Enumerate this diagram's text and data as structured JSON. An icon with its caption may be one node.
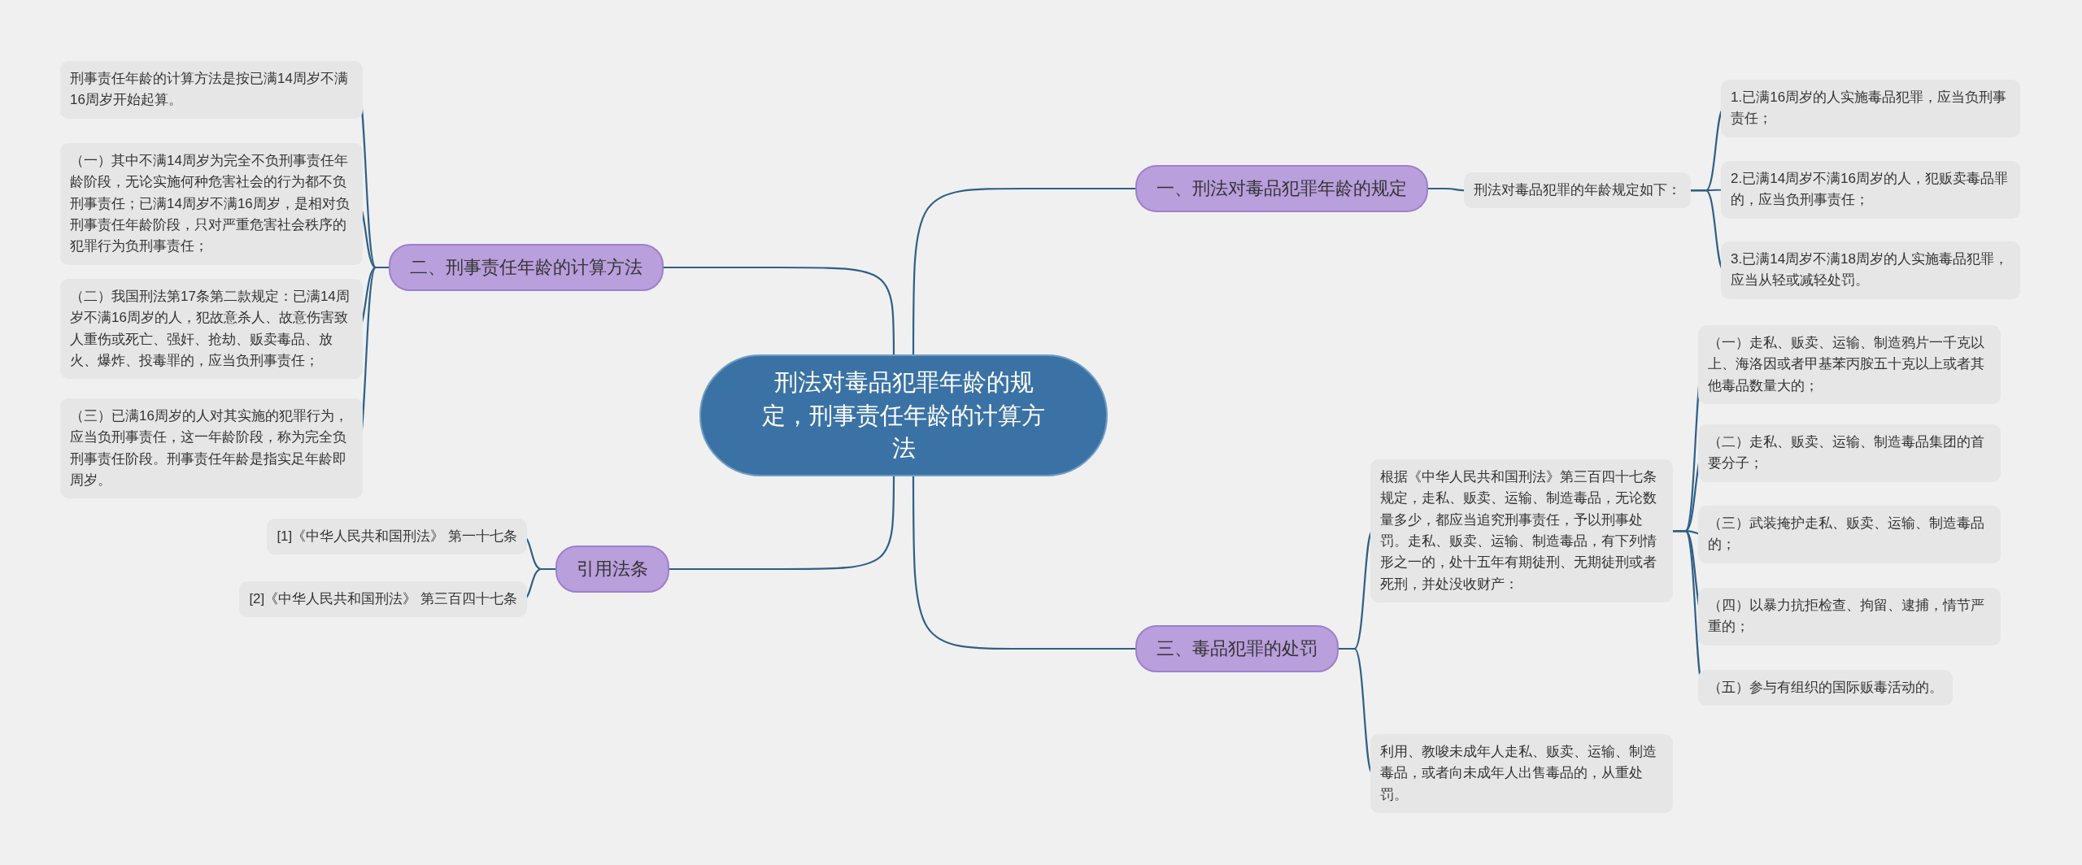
{
  "diagram": {
    "nodes": [
      {
        "text": [
          "刑法对毒品犯罪年龄的规定，刑事责任年龄的计算方法"
        ]
      },
      {
        "text": [
          "一、刑法对毒品犯罪年龄的规定"
        ]
      },
      {
        "text": [
          "刑法对毒品犯罪的年龄规定如下："
        ]
      },
      {
        "text": [
          "1.已满16周岁的人实施毒品犯罪，应当负刑事责任；"
        ]
      },
      {
        "text": [
          "2.已满14周岁不满16周岁的人，犯贩卖毒品罪的，应当负刑事责任；"
        ]
      },
      {
        "text": [
          "3.已满14周岁不满18周岁的人实施毒品犯罪，应当从轻或减轻处罚。"
        ]
      },
      {
        "text": [
          "二、刑事责任年龄的计算方法"
        ]
      },
      {
        "text": [
          "刑事责任年龄的计算方法是按已满14周岁不满16周岁开始起算。"
        ]
      },
      {
        "text": [
          "（一）其中不满14周岁为完全不负刑事责任年龄阶段，无论实施何种危害社会的行为都不负刑事责任；已满14周岁不满16周岁，是相对负刑事责任年龄阶段，只对严重危害社会秩序的犯罪行为负刑事责任；"
        ]
      },
      {
        "text": [
          "（二）我国刑法第17条第二款规定：已满14周岁不满16周岁的人，犯故意杀人、故意伤害致人重伤或死亡、强奸、抢劫、贩卖毒品、放火、爆炸、投毒罪的，应当负刑事责任；"
        ]
      },
      {
        "text": [
          "（三）已满16周岁的人对其实施的犯罪行为，应当负刑事责任，这一年龄阶段，称为完全负刑事责任阶段。刑事责任年龄是指实足年龄即周岁。"
        ]
      },
      {
        "text": [
          "引用法条"
        ]
      },
      {
        "text": [
          "[1]《中华人民共和国刑法》 第一十七条"
        ]
      },
      {
        "text": [
          "[2]《中华人民共和国刑法》 第三百四十七条"
        ]
      },
      {
        "text": [
          "三、毒品犯罪的处罚"
        ]
      },
      {
        "text": [
          "根据《中华人民共和国刑法》第三百四十七条规定，走私、贩卖、运输、制造毒品，无论数量多少，都应当追究刑事责任，予以刑事处罚。走私、贩卖、运输、制造毒品，有下列情形之一的，处十五年有期徒刑、无期徒刑或者死刑，并处没收财产："
        ]
      },
      {
        "text": [
          "（一）走私、贩卖、运输、制造鸦片一千克以上、海洛因或者甲基苯丙胺五十克以上或者其他毒品数量大的；"
        ]
      },
      {
        "text": [
          "（二）走私、贩卖、运输、制造毒品集团的首要分子；"
        ]
      },
      {
        "text": [
          "（三）武装掩护走私、贩卖、运输、制造毒品的；"
        ]
      },
      {
        "text": [
          "（四）以暴力抗拒检查、拘留、逮捕，情节严重的；"
        ]
      },
      {
        "text": [
          "（五）参与有组织的国际贩毒活动的。"
        ]
      },
      {
        "text": [
          "利用、教唆未成年人走私、贩卖、运输、制造毒品，或者向未成年人出售毒品的，从重处罚。"
        ]
      }
    ],
    "edges": [
      {
        "from": 0,
        "to": 1,
        "arrow": "none"
      },
      {
        "from": 1,
        "to": 2,
        "arrow": "none"
      },
      {
        "from": 2,
        "to": 3,
        "arrow": "none"
      },
      {
        "from": 2,
        "to": 4,
        "arrow": "none"
      },
      {
        "from": 2,
        "to": 5,
        "arrow": "none"
      },
      {
        "from": 0,
        "to": 6,
        "arrow": "none"
      },
      {
        "from": 6,
        "to": 7,
        "arrow": "none"
      },
      {
        "from": 6,
        "to": 8,
        "arrow": "none"
      },
      {
        "from": 6,
        "to": 9,
        "arrow": "none"
      },
      {
        "from": 6,
        "to": 10,
        "arrow": "none"
      },
      {
        "from": 0,
        "to": 11,
        "arrow": "none"
      },
      {
        "from": 11,
        "to": 12,
        "arrow": "none"
      },
      {
        "from": 11,
        "to": 13,
        "arrow": "none"
      },
      {
        "from": 0,
        "to": 14,
        "arrow": "none"
      },
      {
        "from": 14,
        "to": 15,
        "arrow": "none"
      },
      {
        "from": 15,
        "to": 16,
        "arrow": "none"
      },
      {
        "from": 15,
        "to": 17,
        "arrow": "none"
      },
      {
        "from": 15,
        "to": 18,
        "arrow": "none"
      },
      {
        "from": 15,
        "to": 19,
        "arrow": "none"
      },
      {
        "from": 15,
        "to": 20,
        "arrow": "none"
      },
      {
        "from": 14,
        "to": 21,
        "arrow": "none"
      }
    ]
  }
}
